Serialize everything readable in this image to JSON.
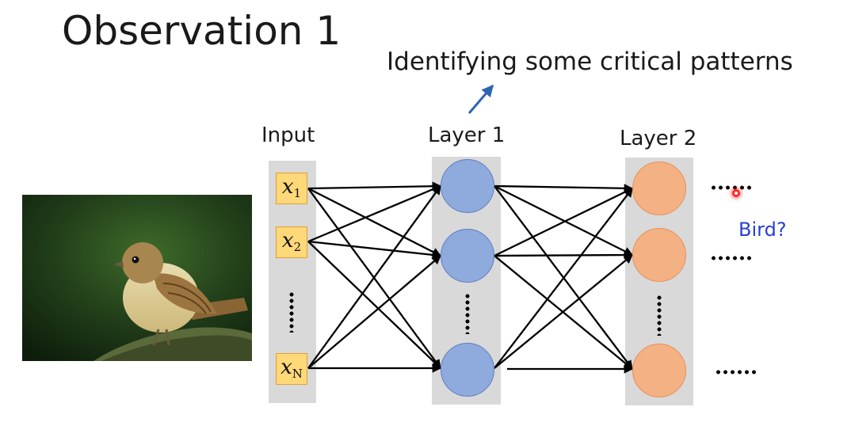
{
  "title": "Observation 1",
  "subtitle": "Identifying some critical patterns",
  "labels": {
    "input": "Input",
    "layer1": "Layer 1",
    "layer2": "Layer 2"
  },
  "inputs": [
    {
      "base": "x",
      "sub": "1"
    },
    {
      "base": "x",
      "sub": "2"
    },
    {
      "base": "x",
      "sub": "N"
    }
  ],
  "output_dots": "......",
  "question": "Bird?",
  "colors": {
    "layer1_neuron": "#8faadc",
    "layer2_neuron": "#f4b183",
    "input_box": "#ffd87a",
    "column_bg": "#d9d9d9",
    "arrow_blue": "#2e64b3",
    "question": "#2a3fcf"
  },
  "icons": {
    "photo": "bird-photo",
    "pointer": "laser-pointer-dot"
  }
}
